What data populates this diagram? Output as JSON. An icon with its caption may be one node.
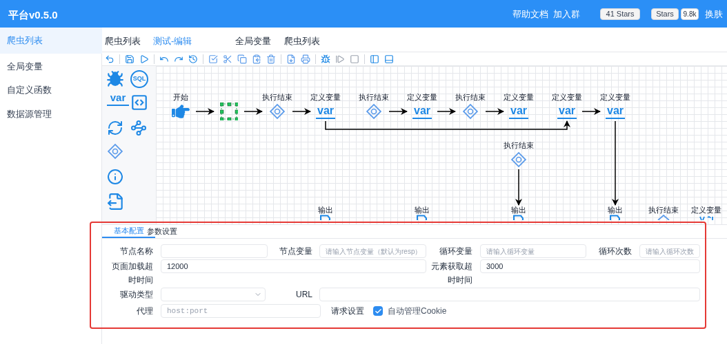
{
  "diagram": {
    "nodes": [
      {
        "text": [
          "开始"
        ]
      },
      {
        "text": [],
        "shape": "box"
      },
      {
        "text": [
          "执行结束"
        ]
      },
      {
        "text": [
          "定义变量",
          "var"
        ]
      },
      {
        "text": [
          "执行结束"
        ]
      },
      {
        "text": [
          "定义变量",
          "var"
        ]
      },
      {
        "text": [
          "执行结束"
        ]
      },
      {
        "text": [
          "定义变量",
          "var"
        ]
      },
      {
        "text": [
          "定义变量",
          "var"
        ]
      },
      {
        "text": [
          "定义变量",
          "var"
        ]
      },
      {
        "text": [
          "执行结束"
        ]
      },
      {
        "text": [
          "输出"
        ]
      },
      {
        "text": [
          "输出"
        ]
      },
      {
        "text": [
          "输出"
        ]
      },
      {
        "text": [
          "输出"
        ]
      },
      {
        "text": [
          "执行结束"
        ]
      },
      {
        "text": [
          "定义变量"
        ]
      }
    ],
    "edges": [
      {
        "from": 0,
        "to": 1,
        "arrow": "to"
      },
      {
        "from": 1,
        "to": 2,
        "arrow": "to"
      },
      {
        "from": 2,
        "to": 3,
        "arrow": "to"
      },
      {
        "from": 4,
        "to": 5,
        "arrow": "to"
      },
      {
        "from": 5,
        "to": 6,
        "arrow": "to"
      },
      {
        "from": 6,
        "to": 7,
        "arrow": "to"
      },
      {
        "from": 8,
        "to": 9,
        "arrow": "to"
      },
      {
        "from": 3,
        "to": 8,
        "arrow": "to"
      },
      {
        "from": 10,
        "to": 13,
        "arrow": "to"
      },
      {
        "from": 9,
        "to": 14,
        "arrow": "to"
      }
    ],
    "labels": [
      "平台v0.5.0",
      "帮助文档",
      "加入群",
      "41 Stars",
      "Stars",
      "9.8k",
      "换肤",
      "爬虫列表",
      "全局变量",
      "自定义函数",
      "数据源管理",
      "爬虫列表",
      "测试-编辑",
      "全局变量",
      "爬虫列表",
      "SQL",
      "var",
      "基本配置",
      "参数设置",
      "节点名称",
      "节点变量",
      "请输入节点变量（默认为resp）",
      "循环变量",
      "请输入循环变量",
      "循环次数",
      "请输入循环次数",
      "页面加载超时时间",
      "12000",
      "元素获取超时时间",
      "3000",
      "驱动类型",
      "URL",
      "代理",
      "host:port",
      "请求设置",
      "自动管理Cookie"
    ]
  }
}
